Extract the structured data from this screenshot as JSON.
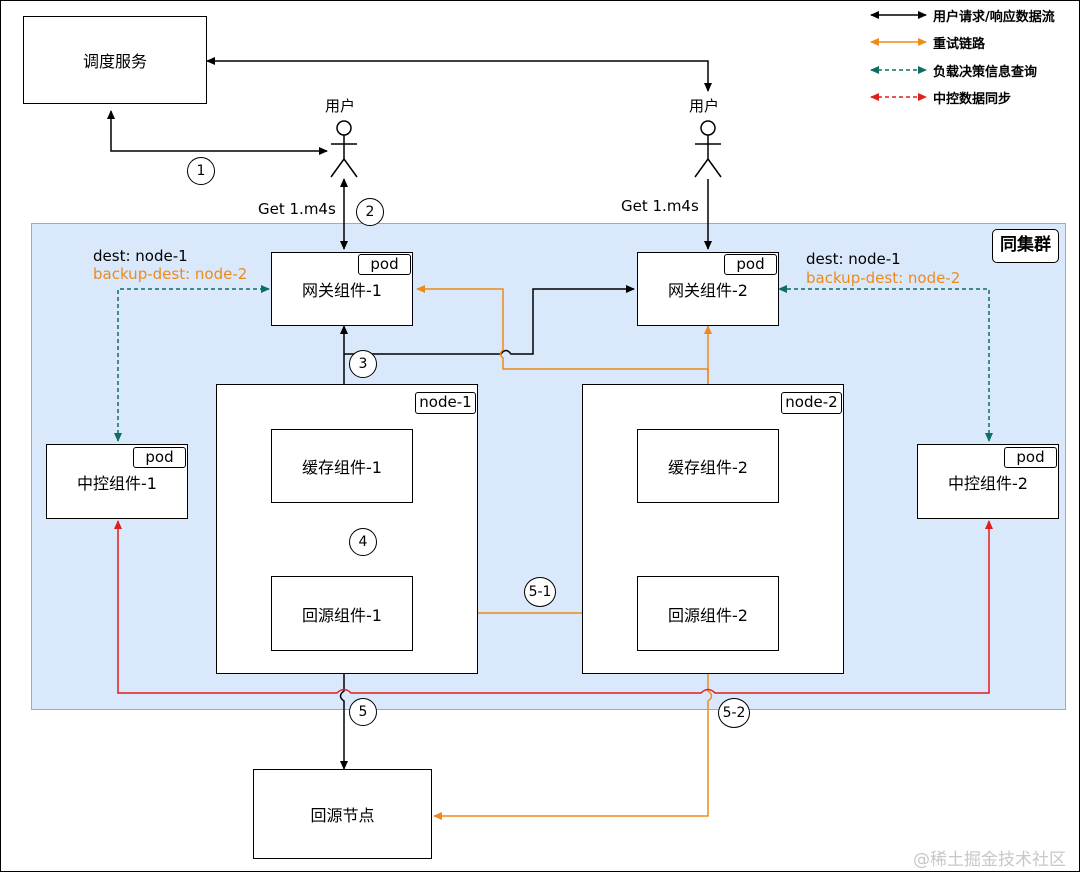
{
  "legend": [
    {
      "label": "用户请求/响应数据流",
      "color": "#000000",
      "style": "solid"
    },
    {
      "label": "重试链路",
      "color": "#ee8a1a",
      "style": "solid"
    },
    {
      "label": "负载决策信息查询",
      "color": "#0e6e64",
      "style": "dashed"
    },
    {
      "label": "中控数据同步",
      "color": "#e01e1e",
      "style": "dashed"
    }
  ],
  "cluster_label": "同集群",
  "scheduler": "调度服务",
  "users": {
    "left": "用户",
    "right": "用户"
  },
  "requests": {
    "left": "Get 1.m4s",
    "right": "Get 1.m4s"
  },
  "gateway1": {
    "label": "网关组件-1",
    "tag": "pod",
    "dest": "dest: node-1",
    "backup": "backup-dest: node-2"
  },
  "gateway2": {
    "label": "网关组件-2",
    "tag": "pod",
    "dest": "dest: node-1",
    "backup": "backup-dest: node-2"
  },
  "control1": {
    "label": "中控组件-1",
    "tag": "pod"
  },
  "control2": {
    "label": "中控组件-2",
    "tag": "pod"
  },
  "node1": {
    "tag": "node-1",
    "cache": "缓存组件-1",
    "origin": "回源组件-1"
  },
  "node2": {
    "tag": "node-2",
    "cache": "缓存组件-2",
    "origin": "回源组件-2"
  },
  "origin_node": "回源节点",
  "steps": [
    "1",
    "2",
    "3",
    "4",
    "5",
    "5-1",
    "5-2"
  ],
  "colors": {
    "black": "#000000",
    "orange": "#ee8a1a",
    "teal": "#0e6e64",
    "red": "#e01e1e",
    "cluster_bg": "#dae8fc",
    "cluster_border": "#6c8ebf"
  },
  "watermark": "@稀土掘金技术社区"
}
